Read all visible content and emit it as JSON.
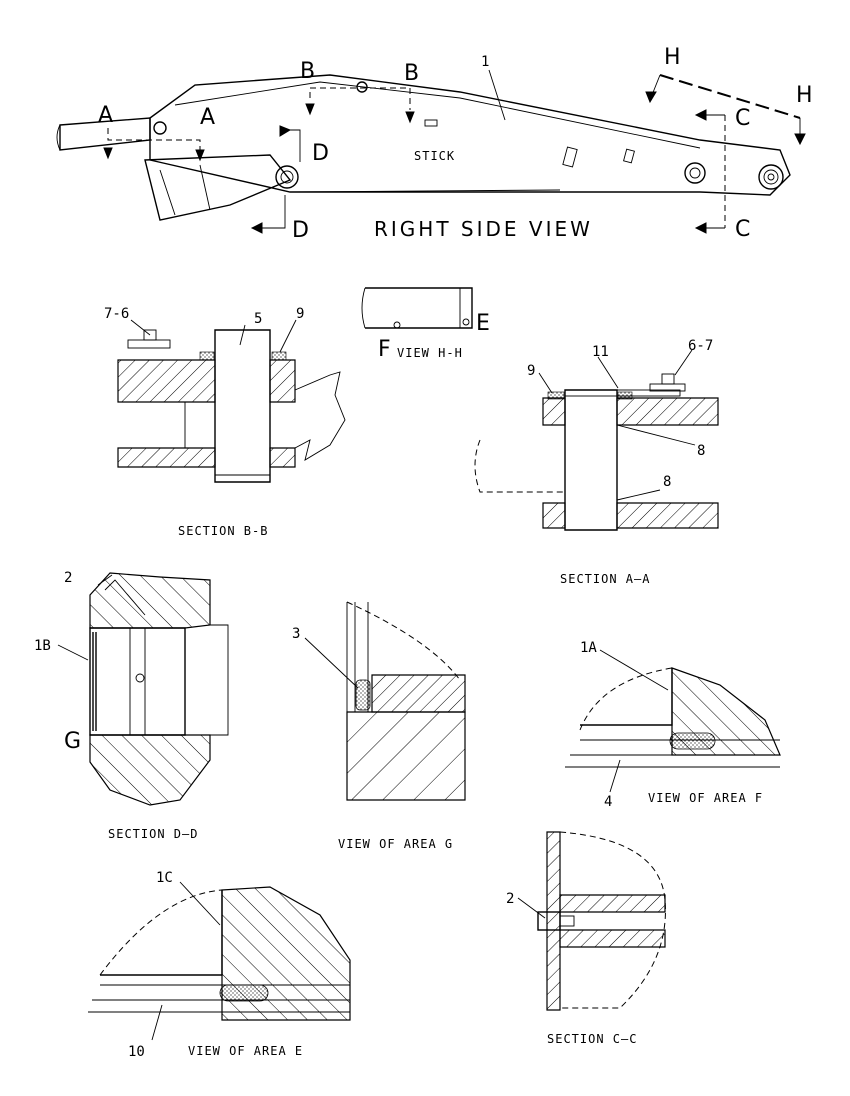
{
  "main_view": {
    "title": "RIGHT SIDE VIEW",
    "stick_label": "STICK",
    "callout_1": "1",
    "section_letters": {
      "a": "A",
      "b": "B",
      "c": "C",
      "d": "D",
      "h": "H"
    }
  },
  "view_hh": {
    "title": "VIEW H-H",
    "label_e": "E",
    "label_f": "F"
  },
  "section_bb": {
    "title": "SECTION B-B",
    "c_76": "7-6",
    "c_5": "5",
    "c_9": "9"
  },
  "section_aa": {
    "title": "SECTION A–A",
    "c_9": "9",
    "c_11": "11",
    "c_67": "6-7",
    "c_8a": "8",
    "c_8b": "8"
  },
  "section_dd": {
    "title": "SECTION D–D",
    "c_2": "2",
    "c_1b": "1B",
    "c_g": "G"
  },
  "area_g": {
    "title": "VIEW OF AREA G",
    "c_3": "3"
  },
  "area_f": {
    "title": "VIEW OF AREA F",
    "c_1a": "1A",
    "c_4": "4"
  },
  "area_e": {
    "title": "VIEW OF AREA E",
    "c_1c": "1C",
    "c_10": "10"
  },
  "section_cc": {
    "title": "SECTION C–C",
    "c_2": "2"
  }
}
